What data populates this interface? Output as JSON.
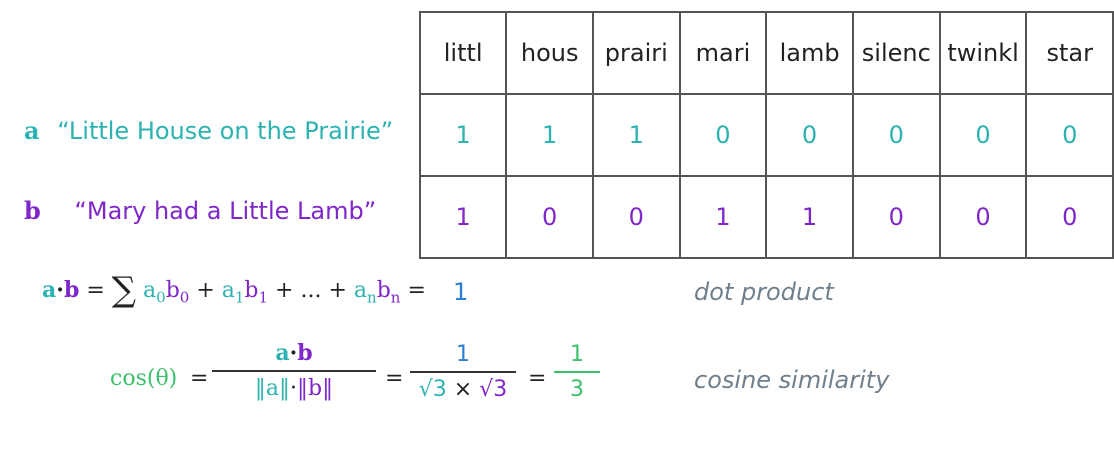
{
  "table": {
    "terms": [
      "littl",
      "hous",
      "prairi",
      "mari",
      "lamb",
      "silenc",
      "twinkl",
      "star"
    ],
    "rows": [
      {
        "values": [
          "1",
          "1",
          "1",
          "0",
          "0",
          "0",
          "0",
          "0"
        ]
      },
      {
        "values": [
          "1",
          "0",
          "0",
          "1",
          "1",
          "0",
          "0",
          "0"
        ]
      }
    ]
  },
  "docs": {
    "a": {
      "var": "a",
      "title": "“Little House on the Prairie”"
    },
    "b": {
      "var": "b",
      "title": "“Mary had a Little Lamb”"
    }
  },
  "dot": {
    "lhs_a": "a",
    "dot_op": "·",
    "lhs_b": "b",
    "eq1": " = ",
    "sigma": "∑",
    "t0a": " a",
    "s0a": "0",
    "t0b": "b",
    "s0b": "0",
    "plus1": " + ",
    "t1a": "a",
    "s1a": "1",
    "t1b": "b",
    "s1b": "1",
    "ellipsis": " + ... + ",
    "tna": "a",
    "sna": "n",
    "tnb": "b",
    "snb": "n",
    "eq2": " =",
    "value": "1",
    "annotation": "dot product"
  },
  "cos": {
    "lhs": "cos(θ)",
    "eq": "=",
    "main_num_a": "a",
    "main_num_dot": "·",
    "main_num_b": "b",
    "main_den_a": "‖a‖",
    "main_den_dot": "·",
    "main_den_b": "‖b‖",
    "sqrt_num": "1",
    "sqrt_den_1": "√3",
    "times": " × ",
    "sqrt_den_2": "√3",
    "result_num": "1",
    "result_den": "3",
    "annotation": "cosine similarity"
  },
  "colors": {
    "doc_a": "#2cb3b1",
    "doc_b": "#7f27c9",
    "cosine": "#3cc06b",
    "value": "#2a7fd0",
    "annotation": "#6f7f8c"
  }
}
